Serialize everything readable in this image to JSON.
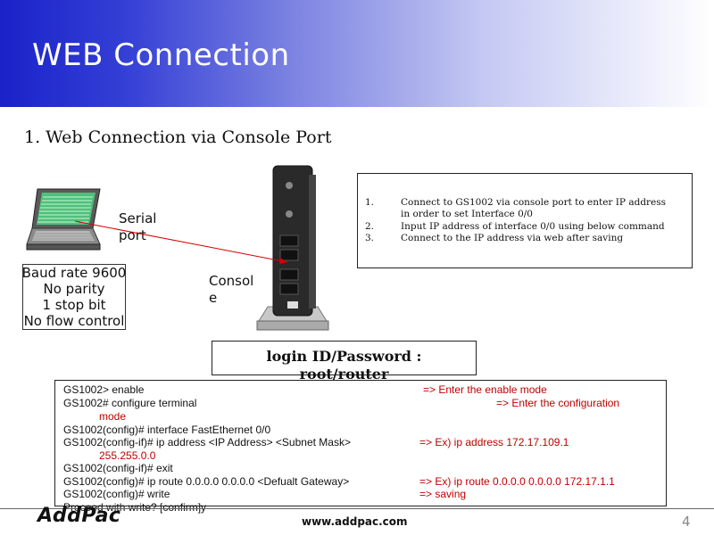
{
  "slide": {
    "title": "WEB Connection",
    "subtitle": "1. Web Connection via Console Port",
    "page_number": "4"
  },
  "diagram": {
    "serial_port_label_1": "Serial",
    "serial_port_label_2": "port",
    "console_label_1": "Consol",
    "console_label_2": "e",
    "serial_settings": [
      "Baud rate 9600",
      "No parity",
      "1 stop bit",
      "No flow control"
    ],
    "wire_color": "#d40000"
  },
  "steps": [
    {
      "num": "1.",
      "lines": [
        "Connect to GS1002 via console port to enter IP address",
        "in order to set Interface 0/0"
      ]
    },
    {
      "num": "2.",
      "lines": [
        "Input IP address of interface 0/0 using below command"
      ]
    },
    {
      "num": "3.",
      "lines": [
        "Connect to the IP address via web after saving"
      ]
    }
  ],
  "login": {
    "line1": "login ID/Password :",
    "line2": "root/router"
  },
  "commands": {
    "c1": "GS1002> enable",
    "n1": "=> Enter the enable mode",
    "c2": "GS1002# configure terminal",
    "n2a": "=> Enter the configuration",
    "n2b": "mode",
    "c3": "GS1002(config)# interface FastEthernet 0/0",
    "c4": "GS1002(config-if)# ip address <IP Address> <Subnet Mask>",
    "n4a": "=> Ex) ip address 172.17.109.1",
    "n4b": "255.255.0.0",
    "c5": "GS1002(config-if)# exit",
    "c6": "GS1002(config)# ip route 0.0.0.0 0.0.0.0 <Defualt Gateway>",
    "n6": "=> Ex) ip route 0.0.0.0 0.0.0.0 172.17.1.1",
    "c7": "GS1002(config)# write",
    "n7": "=> saving",
    "c8": "Proceed with write? [confirm]y"
  },
  "footer": {
    "logo": "AddPac",
    "url": "www.addpac.com"
  },
  "colors": {
    "header_blue": "#1a22c8",
    "note_red": "#c00000"
  }
}
